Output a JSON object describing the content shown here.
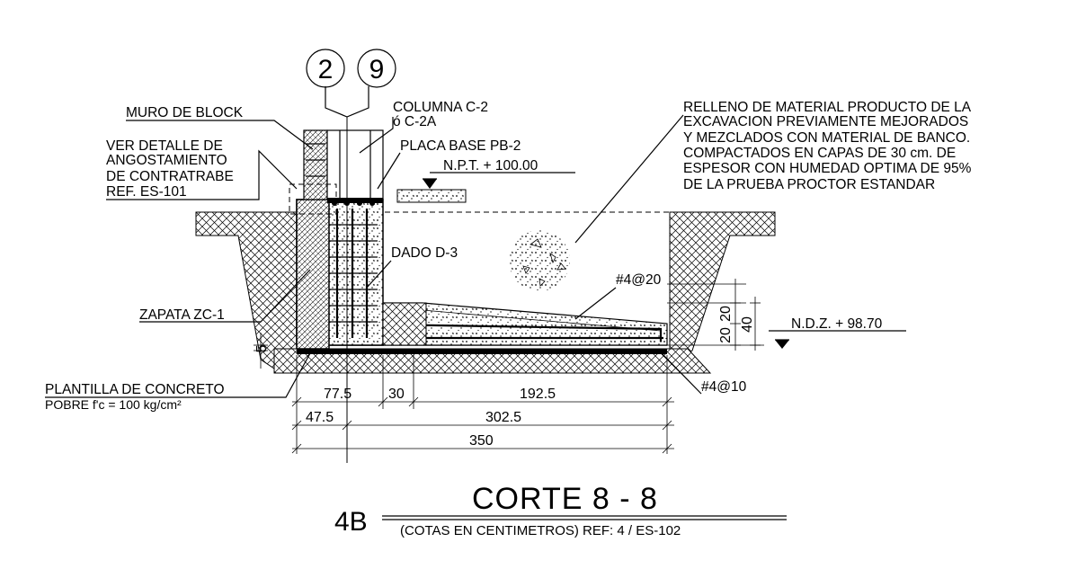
{
  "grid": {
    "left": "2",
    "right": "9"
  },
  "labels": {
    "muro": "MURO DE BLOCK",
    "columna_1": "COLUMNA C-2",
    "columna_2": "ó C-2A",
    "placa": "PLACA BASE PB-2",
    "npt": "N.P.T. + 100.00",
    "ver_1": "VER DETALLE DE",
    "ver_2": "ANGOSTAMIENTO",
    "ver_3": "DE CONTRATRABE",
    "ver_4": "REF. ES-101",
    "relleno_1": "RELLENO DE MATERIAL PRODUCTO  DE LA",
    "relleno_2": "EXCAVACION PREVIAMENTE MEJORADOS",
    "relleno_3": "Y MEZCLADOS CON MATERIAL DE BANCO.",
    "relleno_4": "COMPACTADOS EN CAPAS DE 30 cm. DE",
    "relleno_5": "ESPESOR CON HUMEDAD OPTIMA DE 95%",
    "relleno_6": "DE LA PRUEBA PROCTOR ESTANDAR",
    "dado": "DADO D-3",
    "zapata": "ZAPATA ZC-1",
    "rebar_top": "#4@20",
    "rebar_bottom": "#4@10",
    "ndz": "N.D.Z. + 98.70",
    "plantilla_1": "PLANTILLA DE CONCRETO",
    "plantilla_2": "POBRE f'c = 100 kg/cm²"
  },
  "dims": {
    "d5": "5",
    "d20a": "20",
    "d20b": "20",
    "d40": "40",
    "d775": "77.5",
    "d30": "30",
    "d1925": "192.5",
    "d475": "47.5",
    "d3025": "302.5",
    "d350": "350"
  },
  "title": {
    "id": "4B",
    "main": "CORTE  8  -  8",
    "sub": "(COTAS EN CENTIMETROS)  REF: 4 / ES-102"
  }
}
